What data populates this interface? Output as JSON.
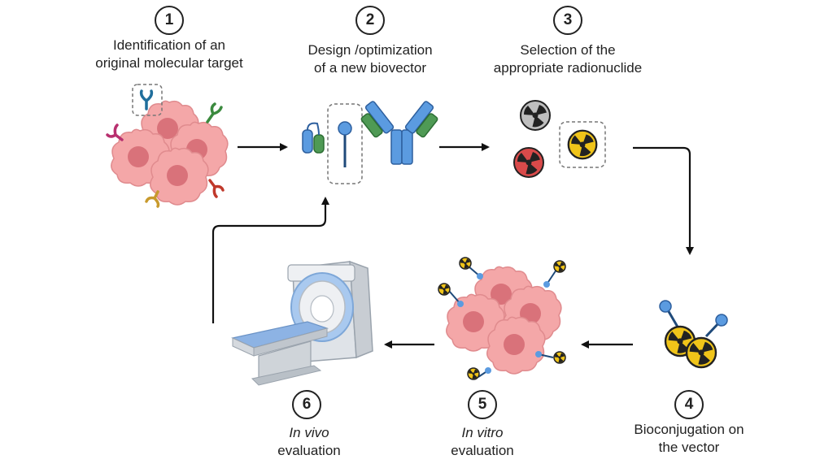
{
  "steps": [
    {
      "number": "1",
      "line1": "Identification of an",
      "line2": "original molecular target"
    },
    {
      "number": "2",
      "line1": "Design /optimization",
      "line2": "of a new biovector"
    },
    {
      "number": "3",
      "line1": "Selection of the",
      "line2": "appropriate radionuclide"
    },
    {
      "number": "4",
      "line1": "Bioconjugation on",
      "line2": "the vector"
    },
    {
      "number": "5",
      "line1_italic": "In vitro",
      "line2": "evaluation"
    },
    {
      "number": "6",
      "line1_italic": "In vivo",
      "line2": "evaluation"
    }
  ],
  "icons": [
    "cancer-cell-cluster-icon",
    "peptide-vector-icon",
    "antibody-icon",
    "radiation-symbol-icon",
    "mri-scanner-icon"
  ],
  "colors": {
    "cell": "#f4a7a8",
    "nucleus": "#d9727a",
    "vector": "#5b9be0",
    "radiation_yellow": "#f0c419",
    "radiation_red": "#d94a4a",
    "radiation_gray": "#bfbfbf"
  }
}
